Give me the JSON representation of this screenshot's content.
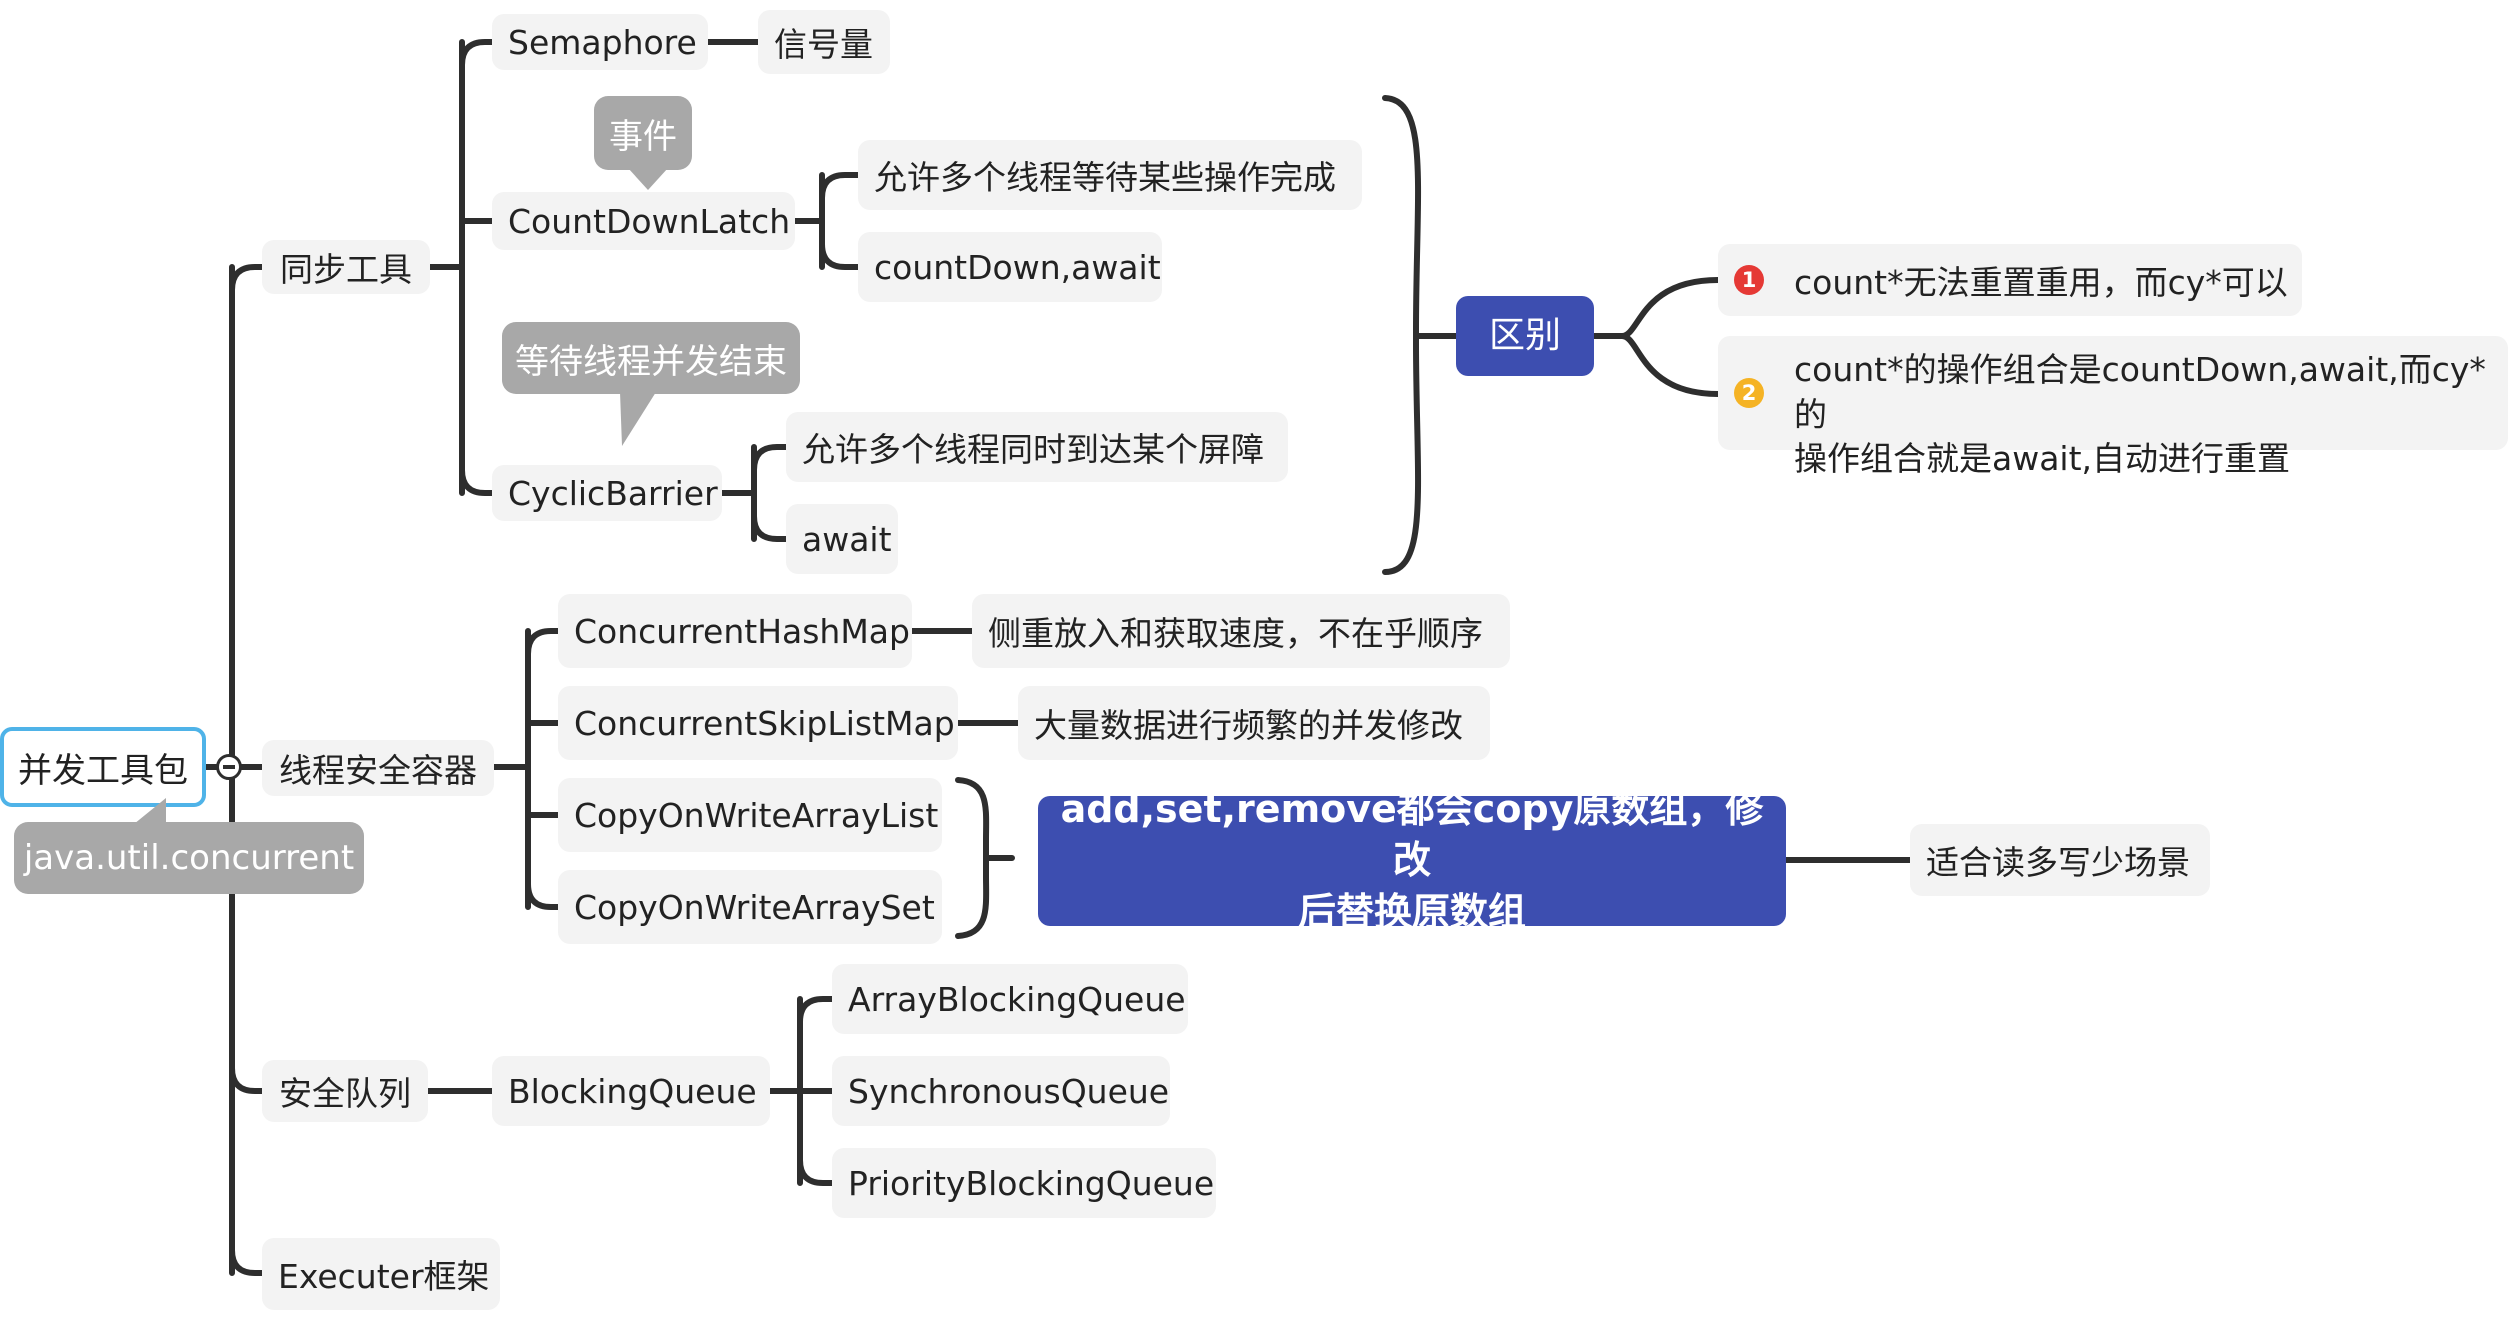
{
  "root": {
    "label": "并发工具包",
    "note": "java.util.concurrent"
  },
  "branches": {
    "sync": {
      "label": "同步工具",
      "semaphore": {
        "label": "Semaphore",
        "desc": "信号量"
      },
      "countdownlatch": {
        "label": "CountDownLatch",
        "callout": "事件",
        "children": [
          "允许多个线程等待某些操作完成",
          "countDown,await"
        ]
      },
      "cyclicbarrier": {
        "label": "CyclicBarrier",
        "callout": "等待线程并发结束",
        "children": [
          "允许多个线程同时到达某个屏障",
          "await"
        ]
      },
      "difference": {
        "label": "区别",
        "points": [
          {
            "marker": "1",
            "text": "count*无法重置重用，而cy*可以"
          },
          {
            "marker": "2",
            "text": "count*的操作组合是countDown,await,而cy*的\n操作组合就是await,自动进行重置"
          }
        ]
      }
    },
    "containers": {
      "label": "线程安全容器",
      "hashmap": {
        "label": "ConcurrentHashMap",
        "desc": "侧重放入和获取速度，不在乎顺序"
      },
      "skiplistmap": {
        "label": "ConcurrentSkipListMap",
        "desc": "大量数据进行频繁的并发修改"
      },
      "cowlist": {
        "label": "CopyOnWriteArrayList"
      },
      "cowset": {
        "label": "CopyOnWriteArraySet"
      },
      "cow_summary": "add,set,remove都会copy原数组，修改\n后替换原数组",
      "cow_usage": "适合读多写少场景"
    },
    "queues": {
      "label": "安全队列",
      "blockingqueue": {
        "label": "BlockingQueue",
        "children": [
          "ArrayBlockingQueue",
          "SynchronousQueue",
          "PriorityBlockingQueue"
        ]
      }
    },
    "executor": {
      "label": "Executer框架"
    }
  },
  "colors": {
    "root_border": "#4fb3e8",
    "highlight": "#3d4eb0",
    "callout": "#a8a8a8",
    "node_bg": "#f3f3f3",
    "marker_1": "#e53935",
    "marker_2": "#f5b324"
  }
}
